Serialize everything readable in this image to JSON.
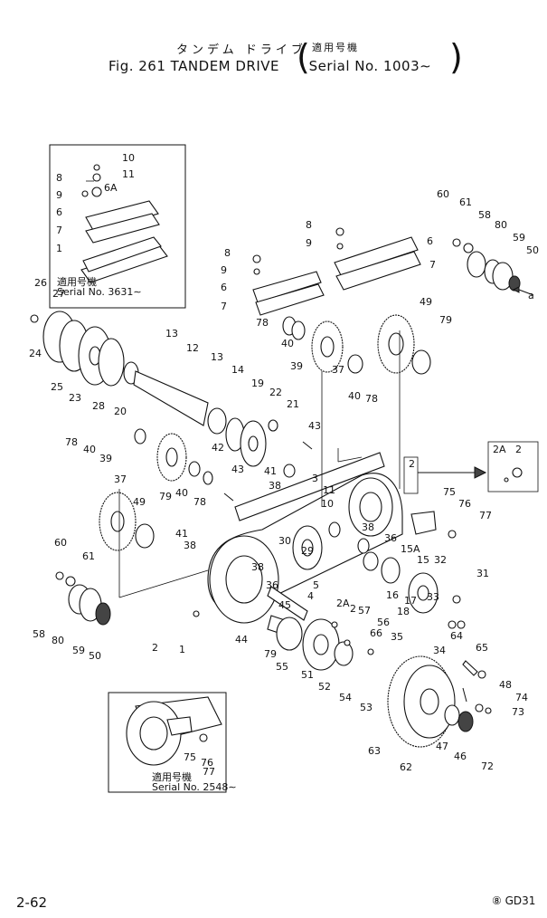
{
  "title": {
    "jp_title": "タンデム ドライブ",
    "jp_serial": "適用号機",
    "main": "Fig. 261 TANDEM DRIVE",
    "serial": "Serial No. 1003∼"
  },
  "inset_top": {
    "jp": "適用号機",
    "serial": "Serial No. 3631∼"
  },
  "inset_bottom": {
    "jp": "適用号機",
    "serial": "Serial No. 2548∼"
  },
  "arrow_label_a": "a",
  "footer": {
    "page": "2-62",
    "code": "⑧ GD31"
  },
  "callouts": [
    "1",
    "2",
    "2A",
    "3",
    "4",
    "5",
    "6",
    "6A",
    "7",
    "8",
    "9",
    "10",
    "11",
    "12",
    "13",
    "14",
    "15",
    "15A",
    "16",
    "17",
    "18",
    "19",
    "20",
    "21",
    "22",
    "23",
    "24",
    "25",
    "26",
    "27",
    "28",
    "29",
    "30",
    "31",
    "32",
    "33",
    "34",
    "35",
    "36",
    "37",
    "38",
    "39",
    "40",
    "41",
    "42",
    "43",
    "44",
    "45",
    "46",
    "47",
    "48",
    "49",
    "50",
    "51",
    "52",
    "53",
    "54",
    "55",
    "56",
    "57",
    "58",
    "59",
    "60",
    "61",
    "62",
    "63",
    "64",
    "65",
    "66",
    "72",
    "73",
    "74",
    "75",
    "76",
    "77",
    "78",
    "79",
    "80"
  ],
  "callouts_seq": [
    "10",
    "11",
    "6A",
    "8",
    "9",
    "6",
    "7",
    "1",
    "26",
    "27",
    "24",
    "25",
    "23",
    "28",
    "20",
    "13",
    "12",
    "13",
    "14",
    "19",
    "22",
    "21",
    "43",
    "78",
    "40",
    "39",
    "37",
    "42",
    "43",
    "49",
    "79",
    "40",
    "78",
    "41",
    "38",
    "3",
    "60",
    "61",
    "58",
    "80",
    "59",
    "50",
    "8",
    "9",
    "6",
    "7",
    "8",
    "9",
    "6",
    "7",
    "60",
    "61",
    "58",
    "80",
    "59",
    "50",
    "a",
    "49",
    "79",
    "78",
    "40",
    "39",
    "37",
    "40",
    "78",
    "2A",
    "2",
    "2",
    "41",
    "38",
    "11",
    "10",
    "38",
    "30",
    "36",
    "29",
    "38",
    "36",
    "5",
    "4",
    "45",
    "2A",
    "2",
    "75",
    "76",
    "77",
    "15A",
    "15",
    "32",
    "31",
    "33",
    "16",
    "17",
    "18",
    "57",
    "56",
    "66",
    "35",
    "34",
    "64",
    "65",
    "44",
    "79",
    "55",
    "51",
    "52",
    "54",
    "53",
    "48",
    "74",
    "73",
    "63",
    "62",
    "47",
    "46",
    "72",
    "2",
    "1",
    "75",
    "76",
    "77"
  ]
}
